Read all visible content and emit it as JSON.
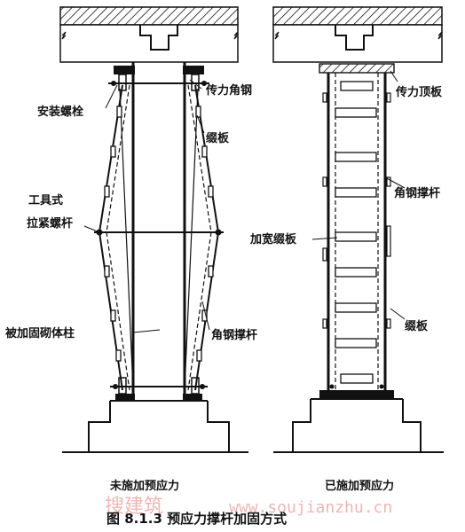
{
  "labels": {
    "install_bolt": "安装螺栓",
    "force_angle_steel": "传力角钢",
    "batten_plate_left": "缀板",
    "tool_tie_rod_line1": "工具式",
    "tool_tie_rod_line2": "拉紧螺杆",
    "reinforced_masonry_column": "被加固砌体柱",
    "angle_steel_strut_left": "角钢撑杆",
    "force_top_plate": "传力顶板",
    "angle_steel_strut_right": "角钢撑杆",
    "widened_batten_plate": "加宽缀板",
    "batten_plate_right": "缀板"
  },
  "subtitles": {
    "left": "未施加预应力",
    "right": "已施加预应力"
  },
  "caption": "图 8.1.3   预应力撑杆加固方式",
  "watermark": {
    "text": "搜建筑",
    "url": "www.soujianzhu.cn"
  }
}
